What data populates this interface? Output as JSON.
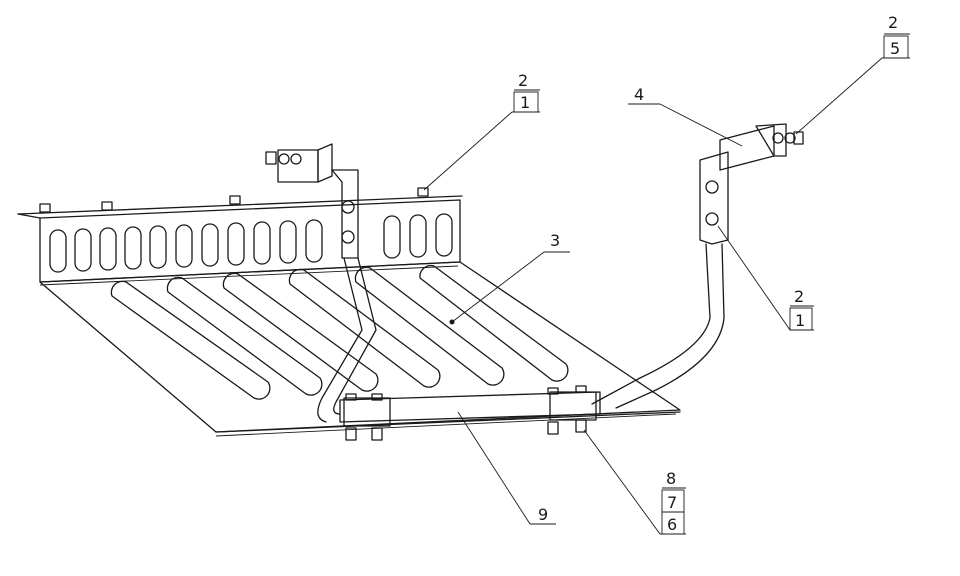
{
  "callouts": [
    {
      "id": "c1",
      "label": "2",
      "boxed": "1"
    },
    {
      "id": "c2",
      "label": "4"
    },
    {
      "id": "c3",
      "label": "2",
      "boxed": "5"
    },
    {
      "id": "c4",
      "label": "3"
    },
    {
      "id": "c5",
      "label": "2",
      "boxed": "1"
    },
    {
      "id": "c6",
      "label": "9"
    },
    {
      "id": "c7",
      "label": "8",
      "boxed1": "7",
      "boxed2": "6"
    }
  ]
}
